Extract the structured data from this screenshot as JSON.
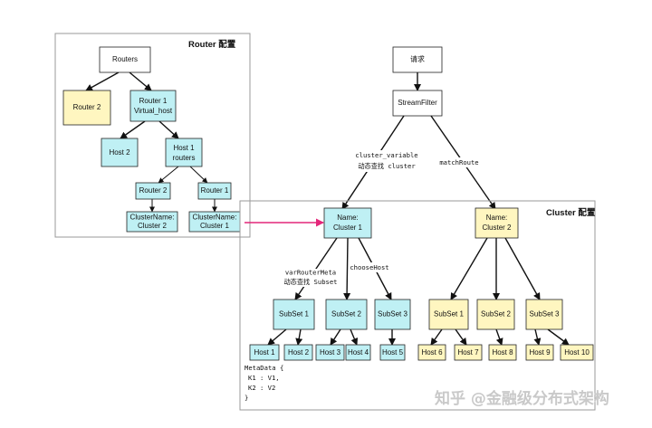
{
  "router_panel": {
    "title": "Router 配置",
    "routers": "Routers",
    "router2": "Router 2",
    "router1": [
      "Router 1",
      "Virtual_host"
    ],
    "host2": "Host 2",
    "host1": [
      "Host 1",
      "routers"
    ],
    "sub_router2": "Router 2",
    "sub_router1": "Router 1",
    "cluster_name_2": [
      "ClusterName:",
      "Cluster 2"
    ],
    "cluster_name_1": [
      "ClusterName:",
      "Cluster 1"
    ]
  },
  "flow": {
    "request": "请求",
    "stream_filter": "StreamFilter",
    "edge_left": [
      "cluster_variable",
      "动态查找 cluster"
    ],
    "edge_right": "matchRoute"
  },
  "cluster_panel": {
    "title": "Cluster 配置",
    "cluster1": [
      "Name:",
      "Cluster 1"
    ],
    "cluster2": [
      "Name:",
      "Cluster 2"
    ],
    "edge_var": [
      "varRouterMeta",
      "动态查找 Subset"
    ],
    "edge_choose": "chooseHost",
    "subsets_left": [
      "SubSet 1",
      "SubSet 2",
      "SubSet 3"
    ],
    "subsets_right": [
      "SubSet 1",
      "SubSet 2",
      "SubSet 3"
    ],
    "hosts_left": [
      "Host 1",
      "Host 2",
      "Host 3",
      "Host 4",
      "Host 5"
    ],
    "hosts_right": [
      "Host 6",
      "Host 7",
      "Host 8",
      "Host 9",
      "Host 10"
    ],
    "metadata": [
      "MetaData {",
      "K1 : V1,",
      "K2 : V2",
      "}"
    ]
  },
  "colors": {
    "cyan_fill": "#bff0f4",
    "yellow_fill": "#fff6c0",
    "highlight_arrow": "#e4267a"
  },
  "watermark": "知乎 @金融级分布式架构"
}
